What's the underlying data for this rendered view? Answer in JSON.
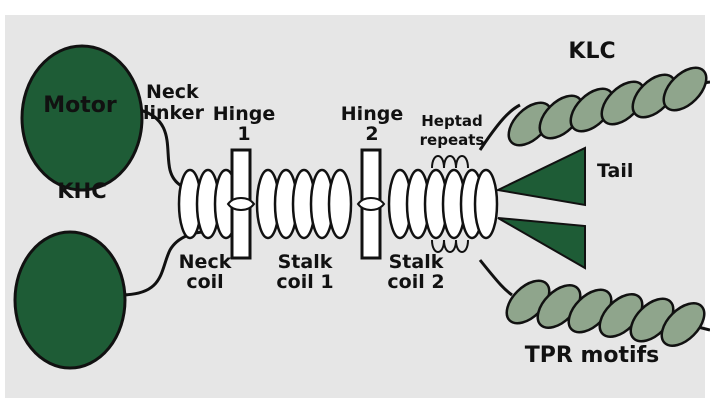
{
  "colors": {
    "background": "#e6e6e6",
    "frame": "#ffffff",
    "motor_fill": "#1e5c36",
    "tpr_fill": "#8fa58c",
    "tail_fill": "#1e5c36",
    "coil_fill": "#ffffff",
    "stroke": "#111111",
    "tail_label": "#1e5c36",
    "motor_label": "#ffffff"
  },
  "labels": {
    "motor": "Motor",
    "neck_linker_1": "Neck",
    "neck_linker_2": "linker",
    "khc": "KHC",
    "hinge1_1": "Hinge",
    "hinge1_2": "1",
    "hinge2_1": "Hinge",
    "hinge2_2": "2",
    "heptad_1": "Heptad",
    "heptad_2": "repeats",
    "klc": "KLC",
    "tail": "Tail",
    "neck_coil_1": "Neck",
    "neck_coil_2": "coil",
    "stalk1_1": "Stalk",
    "stalk1_2": "coil 1",
    "stalk2_1": "Stalk",
    "stalk2_2": "coil 2",
    "tpr": "TPR motifs"
  },
  "icons": {
    "motor_domain": "dark-green-ellipse",
    "coiled_coil": "white-ellipse-stack",
    "hinge": "white-bar",
    "tpr_motif": "green-ellipse-chain",
    "tail": "dark-green-triangle"
  }
}
